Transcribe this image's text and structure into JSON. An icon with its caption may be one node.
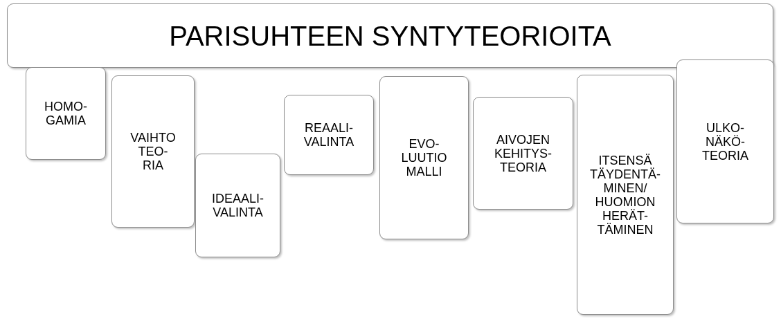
{
  "diagram": {
    "nodes": [
      {
        "text": [
          "PARISUHTEEN SYNTYTEORIOITA"
        ]
      },
      {
        "text": [
          "HOMO- GAMIA"
        ]
      },
      {
        "text": [
          "VAIHTO TEO- RIA"
        ]
      },
      {
        "text": [
          "IDEAALI- VALINTA"
        ]
      },
      {
        "text": [
          "REAALI- VALINTA"
        ]
      },
      {
        "text": [
          "EVO- LUUTIO MALLI"
        ]
      },
      {
        "text": [
          "AIVOJEN KEHITYS- TEORIA"
        ]
      },
      {
        "text": [
          "ITSENSÄ TÄYDENTÄ- MINEN/ HUOMION HERÄT- TÄMINEN"
        ]
      },
      {
        "text": [
          "ULKO- NÄKÖ- TEORIA"
        ]
      }
    ],
    "edges": []
  }
}
